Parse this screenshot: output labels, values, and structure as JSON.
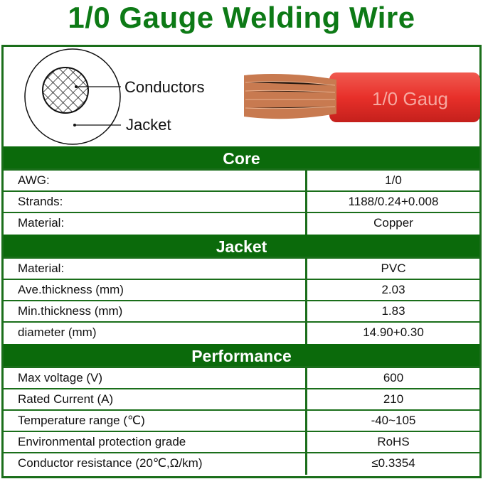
{
  "title": "1/0 Gauge Welding Wire",
  "diagram": {
    "conductors_label": "Conductors",
    "jacket_label": "Jacket",
    "cable_print": "1/0  Gaug"
  },
  "colors": {
    "green": "#0b6a0b",
    "jacket_red": "#e8332e",
    "copper": "#c87a50"
  },
  "sections": [
    {
      "title": "Core",
      "rows": [
        {
          "k": "AWG:",
          "v": "1/0"
        },
        {
          "k": "Strands:",
          "v": "1188/0.24+0.008"
        },
        {
          "k": "Material:",
          "v": "Copper"
        }
      ]
    },
    {
      "title": "Jacket",
      "rows": [
        {
          "k": "Material:",
          "v": "PVC"
        },
        {
          "k": "Ave.thickness (mm)",
          "v": "2.03"
        },
        {
          "k": "Min.thickness (mm)",
          "v": "1.83"
        },
        {
          "k": "diameter (mm)",
          "v": "14.90+0.30"
        }
      ]
    },
    {
      "title": "Performance",
      "rows": [
        {
          "k": "Max voltage (V)",
          "v": "600"
        },
        {
          "k": "Rated Current (A)",
          "v": "210"
        },
        {
          "k": "Temperature range (℃)",
          "v": "-40~105"
        },
        {
          "k": "Environmental protection grade",
          "v": "RoHS"
        },
        {
          "k": "Conductor resistance (20℃,Ω/km)",
          "v": "≤0.3354"
        }
      ]
    }
  ]
}
